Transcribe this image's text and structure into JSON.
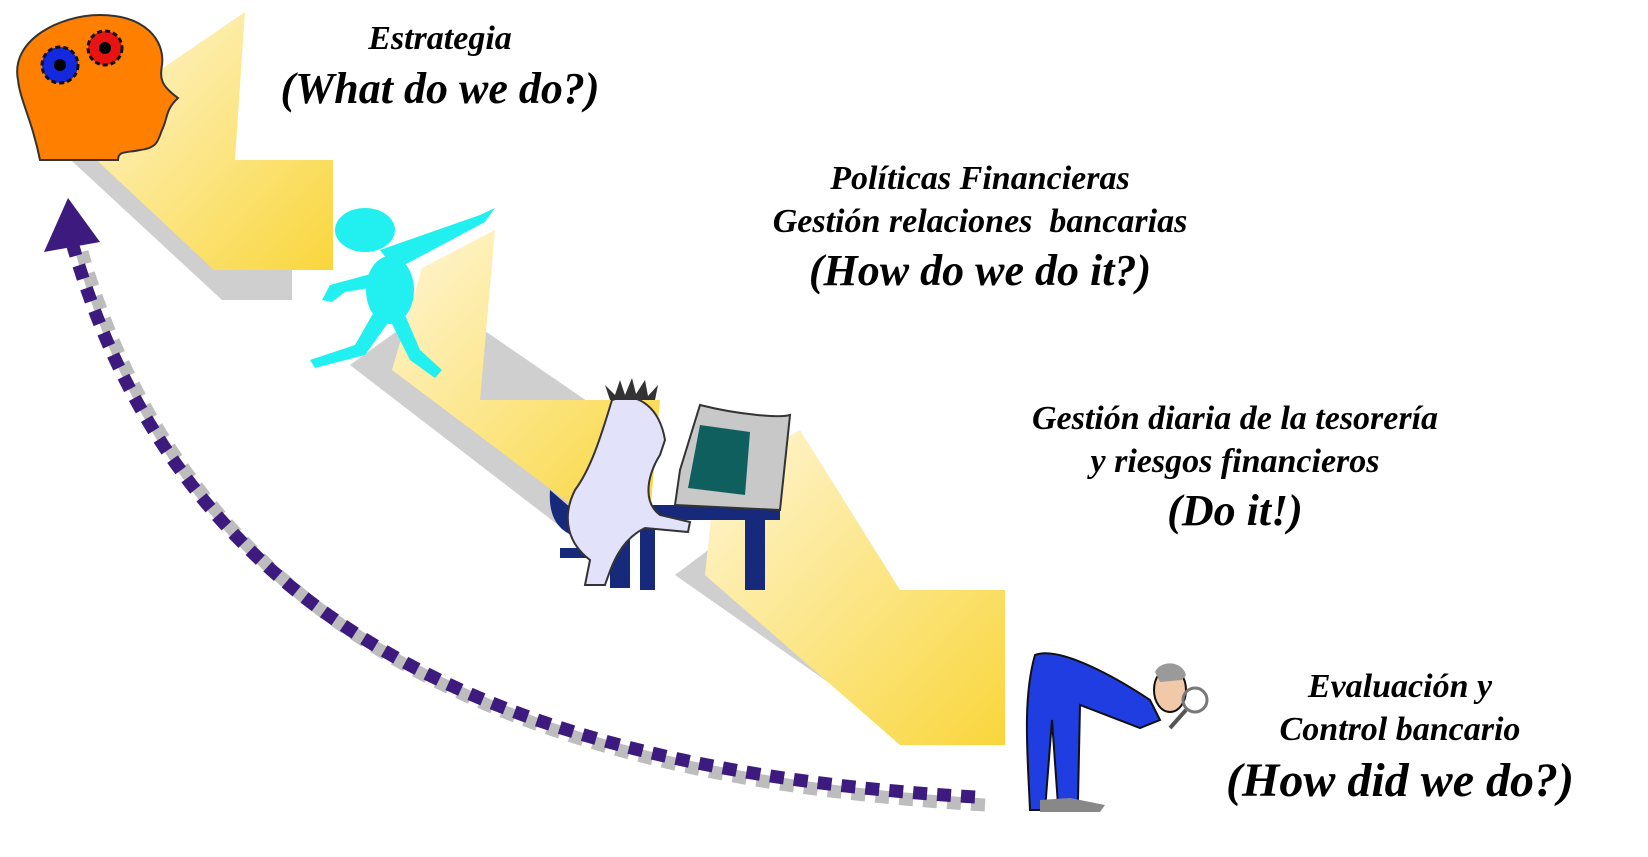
{
  "stages": [
    {
      "title_lines": [
        "Estrategia"
      ],
      "question": "(What do we do?)"
    },
    {
      "title_lines": [
        "Políticas Financieras",
        "Gestión relaciones  bancarias"
      ],
      "question": "(How do we do it?)"
    },
    {
      "title_lines": [
        "Gestión diaria de la tesorería",
        "y riesgos financieros"
      ],
      "question": "(Do it!)"
    },
    {
      "title_lines": [
        "Evaluación y",
        "Control bancario"
      ],
      "question": "(How did we do?)"
    }
  ],
  "colors": {
    "arrow_gradient_start": "#fff6d6",
    "arrow_gradient_end": "#f9d63c",
    "arrow_shadow": "#cfcfcf",
    "feedback_arrow": "#3d1a7d",
    "feedback_shadow": "#bdbdbd",
    "head": "#ff7f00",
    "gear_blue": "#1428e0",
    "gear_red": "#e81414",
    "walker": "#22f0f0",
    "computer_user": "#e2e2fb",
    "monitor_screen": "#0f5f5f",
    "inspector_suit": "#1f3de0"
  },
  "icons": [
    "head-with-gears-icon",
    "walking-figure-icon",
    "person-at-computer-icon",
    "man-with-magnifier-icon"
  ]
}
